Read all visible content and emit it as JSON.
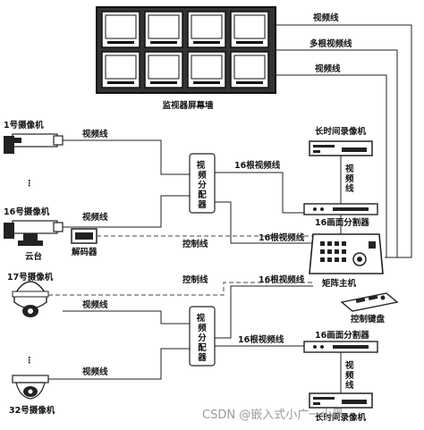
{
  "labels": {
    "wall_caption": "监视器屏幕墙",
    "cam1": "1号摄像机",
    "cam16": "16号摄像机",
    "cam17": "17号摄像机",
    "cam32": "32号摄像机",
    "ptz": "云台",
    "decoder": "解码器",
    "dots": "⋮",
    "splitter": "视频分配器",
    "video_line": "视频线",
    "multi_video_line": "多根视频线",
    "sixteen_video_line": "16根视频线",
    "control_line": "控制线",
    "dvr": "长时间录像机",
    "quad": "16画面分割器",
    "matrix": "矩阵主机",
    "keyboard": "控制键盘",
    "watermark": "CSDN @嵌入式小广一小黑"
  }
}
